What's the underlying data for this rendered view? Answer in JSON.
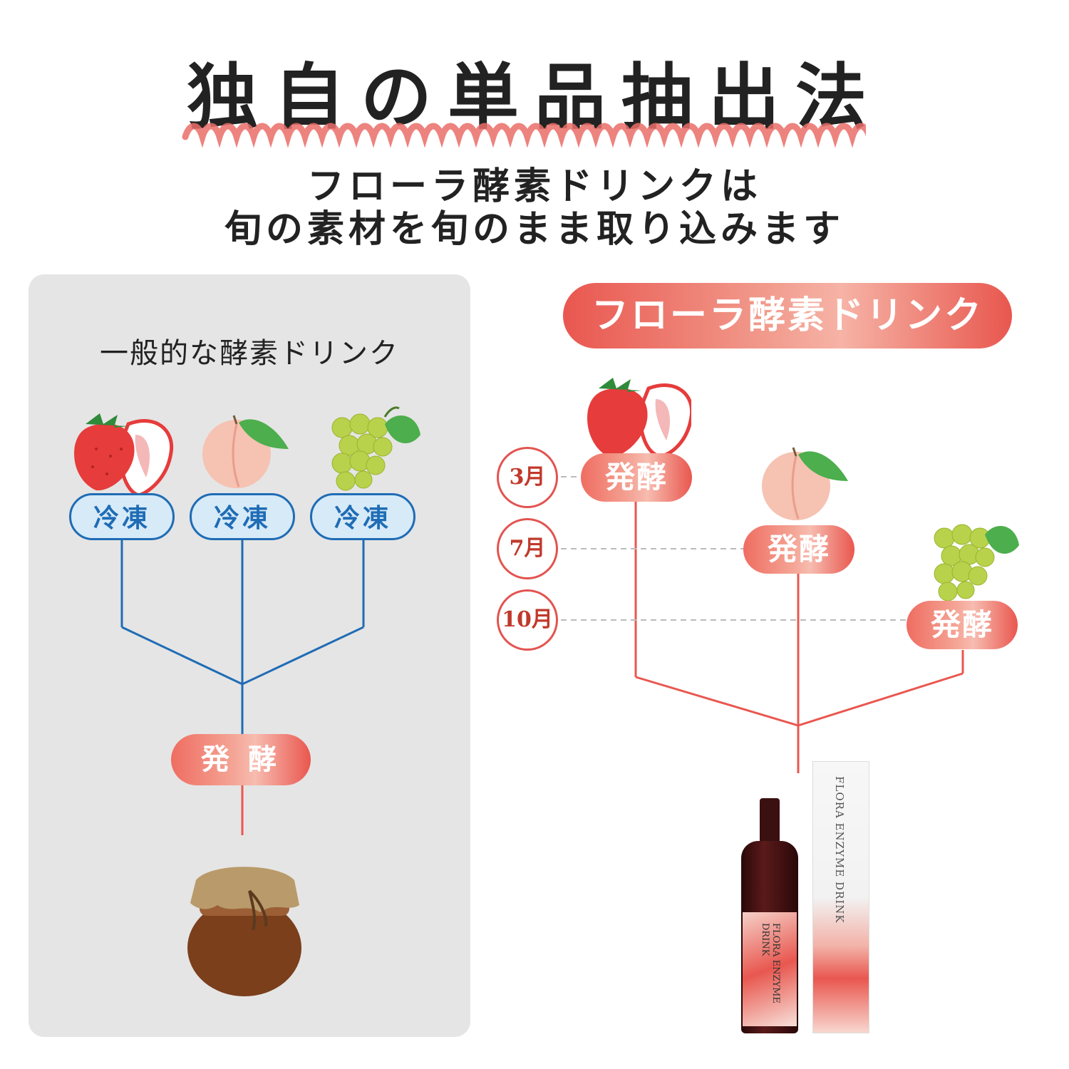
{
  "header": {
    "title": "独自の単品抽出法",
    "subtitle_line1": "フローラ酵素ドリンクは",
    "subtitle_line2": "旬の素材を旬のまま取り込みます"
  },
  "left_panel": {
    "heading": "一般的な酵素ドリンク",
    "freeze_labels": [
      "冷凍",
      "冷凍",
      "冷凍"
    ],
    "ferment_label": "発 酵"
  },
  "right_panel": {
    "heading": "フローラ酵素ドリンク",
    "months": [
      "3月",
      "7月",
      "10月"
    ],
    "ferment_labels": [
      "発酵",
      "発酵",
      "発酵"
    ],
    "product": {
      "bottle_label": "FLORA ENZYME DRINK",
      "box_label": "FLORA ENZYME DRINK"
    }
  },
  "colors": {
    "blue_line": "#1f6cb5",
    "red_line": "#e9574f",
    "panel_bg": "#e5e5e5"
  },
  "icons": [
    "strawberry-icon",
    "peach-icon",
    "grape-icon",
    "jar-icon",
    "bottle-icon",
    "box-icon"
  ]
}
